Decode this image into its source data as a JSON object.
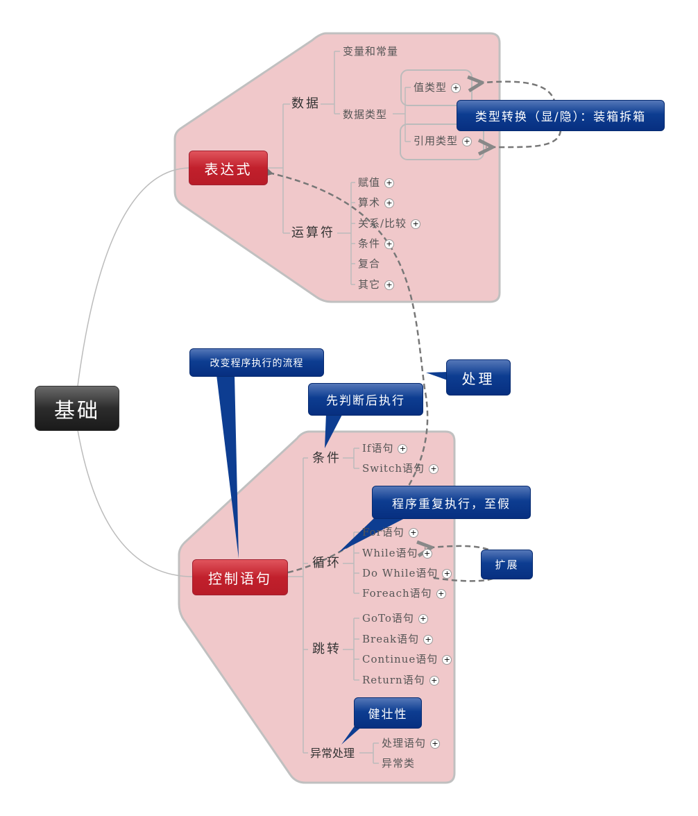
{
  "root": {
    "label": "基础"
  },
  "expression": {
    "label": "表达式",
    "data": {
      "label": "数据",
      "items": [
        "变量和常量",
        "数据类型"
      ],
      "types": [
        "值类型",
        "引用类型"
      ]
    },
    "operators": {
      "label": "运算符",
      "items": [
        "赋值",
        "算术",
        "关系/比较",
        "条件",
        "复合",
        "其它"
      ]
    },
    "callout": "类型转换（显/隐）：装箱拆箱"
  },
  "control": {
    "label": "控制语句",
    "condition": {
      "label": "条件",
      "items": [
        "If语句",
        "Switch语句"
      ]
    },
    "loop": {
      "label": "循环",
      "items": [
        "For语句",
        "While语句",
        "Do While语句",
        "Foreach语句"
      ]
    },
    "jump": {
      "label": "跳转",
      "items": [
        "GoTo语句",
        "Break语句",
        "Continue语句",
        "Return语句"
      ]
    },
    "exception": {
      "label": "异常处理",
      "items": [
        "处理语句",
        "异常类"
      ]
    }
  },
  "callouts": {
    "flow": "改变程序执行的流程",
    "judge": "先判断后执行",
    "process": "处理",
    "repeat": "程序重复执行，至假",
    "extend": "扩展",
    "robust": "健壮性"
  },
  "colors": {
    "boundary": "#f0c8ca",
    "topic": "#c1202c",
    "callout": "#0d3d91",
    "root": "#2c2c2c"
  }
}
